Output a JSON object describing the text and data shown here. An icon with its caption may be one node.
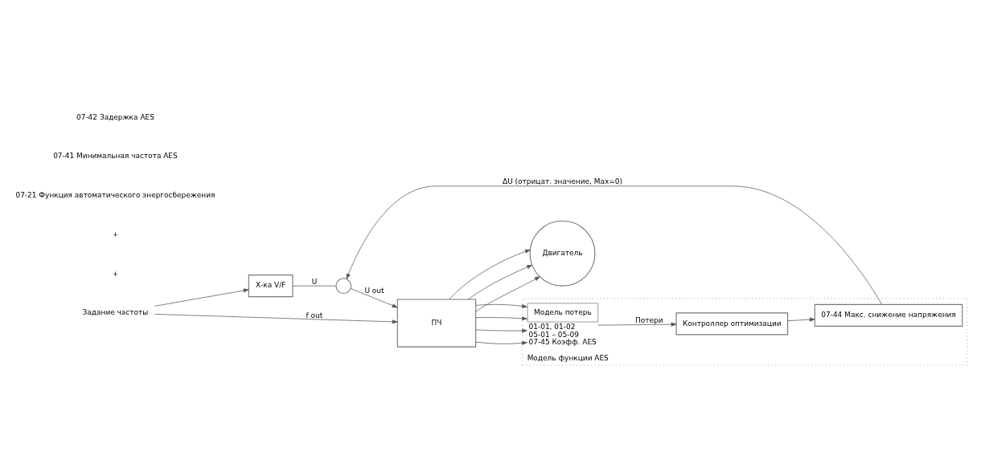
{
  "diagram": {
    "nodes": [
      {
        "text": [
          "Задание частоты"
        ]
      },
      {
        "text": [
          "Х-ка V/F"
        ]
      },
      {
        "text": [],
        "shape": "circle"
      },
      {
        "text": [
          "ПЧ"
        ]
      },
      {
        "text": [
          "Двигатель"
        ]
      },
      {
        "text": [
          "Модель функции AES"
        ]
      },
      {
        "text": [
          "07-44 Макс. снижение напряжения"
        ],
        "in": 5
      },
      {
        "text": [
          "Контроллер оптимизации"
        ],
        "in": 5
      },
      {
        "text": [
          "Модель потерь"
        ],
        "in": 5,
        "beside": [
          "01-01, 01-02",
          "05-01 – 05-09",
          "07-45 Коэфф. AES"
        ]
      }
    ],
    "edges": [
      {
        "from": 0,
        "to": 1,
        "arrow": "to"
      },
      {
        "from": 0,
        "to": 3,
        "arrow": "to",
        "label": "f out"
      },
      {
        "from": 1,
        "to": 2,
        "arrow": "none",
        "label": "U"
      },
      {
        "from": 2,
        "to": 3,
        "arrow": "to",
        "label": "U out"
      },
      {
        "from": 6,
        "to": 2,
        "arrow": "to",
        "label": "ΔU (отрицат. значение, Max=0)"
      },
      {
        "from": 3,
        "to": 4,
        "arrow": "to"
      },
      {
        "from": 3,
        "to": 4,
        "arrow": "to"
      },
      {
        "from": 3,
        "to": 4,
        "arrow": "to"
      },
      {
        "from": 3,
        "to": 8,
        "arrow": "to"
      },
      {
        "from": 3,
        "to": 8,
        "arrow": "to"
      },
      {
        "from": 3,
        "to": 8,
        "arrow": "to"
      },
      {
        "from": 3,
        "to": 8,
        "arrow": "to"
      },
      {
        "from": 8,
        "to": 7,
        "arrow": "to",
        "label": "Потери"
      },
      {
        "from": 7,
        "to": 6,
        "arrow": "to"
      }
    ],
    "labels": [
      "+",
      "+",
      "07-21 Функция автоматического энергосбережения",
      "07-41 Минимальная частота AES",
      "07-42 Задержка AES"
    ]
  }
}
